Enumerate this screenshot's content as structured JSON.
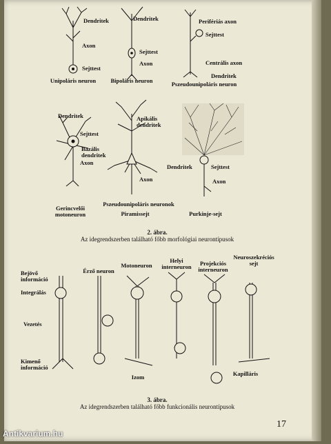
{
  "figure2": {
    "row1": [
      {
        "labels": [
          "Dendritek",
          "Axon",
          "Sejttest"
        ],
        "name": "Unipoláris neuron"
      },
      {
        "labels": [
          "Dendritek",
          "Sejttest",
          "Axon"
        ],
        "name": "Bipoláris neuron"
      },
      {
        "labels": [
          "Perifériás axon",
          "Sejttest",
          "Centrális axon",
          "Dendritek"
        ],
        "name": "Pszeudounipoláris neuron"
      }
    ],
    "row2": {
      "moto": {
        "labels": [
          "Dendritek",
          "Sejttest",
          "Bazális dendritek",
          "Axon"
        ],
        "name": "Gerincvelői motoneuron"
      },
      "pyramid": {
        "labels": [
          "Apikális dendritek",
          "Axon"
        ],
        "name": "Pszeudounipoláris neuronok",
        "sub": "Piramissejt"
      },
      "purkinje": {
        "labels": [
          "Dendritek",
          "Sejttest",
          "Axon"
        ],
        "name": "Purkinje-sejt"
      }
    },
    "caption_num": "2. ábra.",
    "caption": "Az idegrendszerben található főbb morfológiai neurontípusok"
  },
  "figure3": {
    "side_labels": [
      "Bejövő információ",
      "Integrálás",
      "Vezetés",
      "Kimenő információ"
    ],
    "top_labels": [
      "Érző neuron",
      "Motoneuron",
      "Helyi interneuron",
      "Projekciós interneuron",
      "Neuroszekréciós sejt"
    ],
    "bottom_labels": [
      "Izom",
      "Kapilláris"
    ],
    "caption_num": "3. ábra.",
    "caption": "Az idegrendszerben található főbb funkcionális neurontípusok"
  },
  "page_number": "17",
  "watermark": "Antikvarium.hu"
}
